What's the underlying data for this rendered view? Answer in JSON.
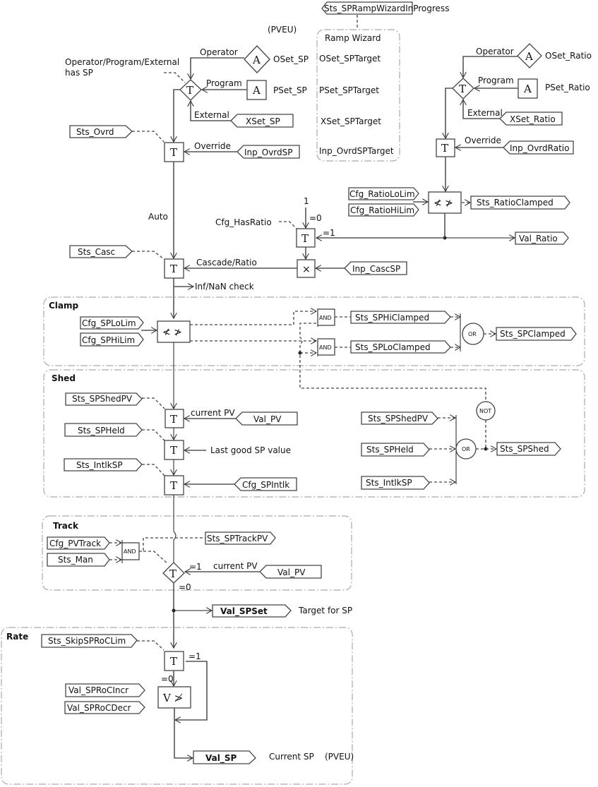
{
  "diagram": {
    "header_units": "(PVEU)",
    "ramp_wizard": {
      "status_tag": "Sts_SPRampWizardInProgress",
      "title": "Ramp Wizard",
      "targets": [
        "OSet_SPTarget",
        "PSet_SPTarget",
        "XSet_SPTarget",
        "Inp_OvrdSPTarget"
      ]
    },
    "sp_source": {
      "note": [
        "Operator/Program/External",
        "has SP"
      ],
      "operator_label": "Operator",
      "operator_tag": "OSet_SP",
      "program_label": "Program",
      "program_tag": "PSet_SP",
      "external_label": "External",
      "external_tag": "XSet_SP",
      "access_symbol": "A",
      "select_symbol": "T",
      "ovrd_status": "Sts_Ovrd",
      "override_label": "Override",
      "override_input": "Inp_OvrdSP",
      "auto_label": "Auto",
      "casc_status": "Sts_Casc",
      "cascade_label": "Cascade/Ratio",
      "infnan_label": "Inf/NaN check"
    },
    "ratio": {
      "operator_label": "Operator",
      "operator_tag": "OSet_Ratio",
      "program_label": "Program",
      "program_tag": "PSet_Ratio",
      "external_label": "External",
      "external_tag": "XSet_Ratio",
      "override_label": "Override",
      "override_input": "Inp_OvrdRatio",
      "lo_lim": "Cfg_RatioLoLim",
      "hi_lim": "Cfg_RatioHiLim",
      "clamped": "Sts_RatioClamped",
      "val": "Val_Ratio",
      "has_ratio": "Cfg_HasRatio",
      "one": "1",
      "eq0": "=0",
      "eq1": "=1",
      "mult_symbol": "×",
      "casc_input": "Inp_CascSP"
    },
    "clamp": {
      "title": "Clamp",
      "lo_lim": "Cfg_SPLoLim",
      "hi_lim": "Cfg_SPHiLim",
      "limit_symbol": "≮ ≯",
      "and_label": "AND",
      "hi_clamped": "Sts_SPHiClamped",
      "lo_clamped": "Sts_SPLoClamped",
      "or_label": "OR",
      "clamped": "Sts_SPClamped"
    },
    "shed": {
      "title": "Shed",
      "shed_pv": "Sts_SPShedPV",
      "current_pv_label": "current PV",
      "val_pv": "Val_PV",
      "held": "Sts_SPHeld",
      "last_good_label": "Last good SP value",
      "intlk": "Sts_IntlkSP",
      "cfg_intlk": "Cfg_SPIntlk",
      "or_label": "OR",
      "not_label": "NOT",
      "shed_out": "Sts_SPShed"
    },
    "track": {
      "title": "Track",
      "pv_track": "Cfg_PVTrack",
      "man": "Sts_Man",
      "and_label": "AND",
      "track_pv": "Sts_SPTrackPV",
      "eq1": "=1",
      "eq0": "=0",
      "current_pv_label": "current PV",
      "val_pv": "Val_PV"
    },
    "spset": {
      "tag": "Val_SPSet",
      "note": "Target for SP"
    },
    "rate": {
      "title": "Rate",
      "skip": "Sts_SkipSPRoCLim",
      "eq1": "=1",
      "eq0": "=0",
      "incr": "Val_SPRoCIncr",
      "decr": "Val_SPRoCDecr",
      "rate_symbol": "V ≯",
      "out": "Val_SP",
      "note": "Current SP",
      "units": "(PVEU)"
    }
  }
}
